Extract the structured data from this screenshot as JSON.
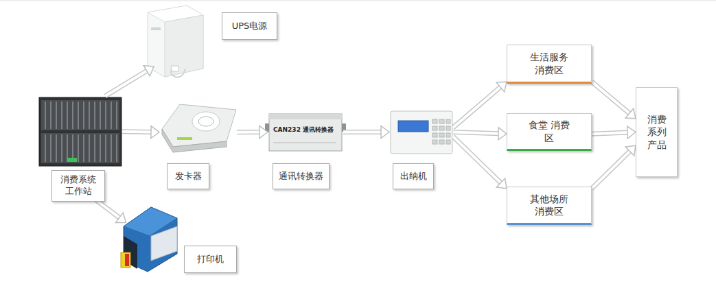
{
  "diagram": {
    "nodes": [
      {
        "text": [
          "UPS电源"
        ]
      },
      {
        "text": [
          "消费系统 工作站"
        ]
      },
      {
        "text": [
          "发卡器"
        ]
      },
      {
        "text": [
          "通讯转换器"
        ]
      },
      {
        "text": [
          "出纳机"
        ]
      },
      {
        "text": [
          "打印机"
        ]
      },
      {
        "text": [
          "生活服务 消费区"
        ]
      },
      {
        "text": [
          "食堂 消费区"
        ]
      },
      {
        "text": [
          "其他场所 消费区"
        ]
      },
      {
        "text": [
          "消费 系列 产品"
        ]
      }
    ],
    "edges": [
      {
        "from": 1,
        "to": 0,
        "arrow": "to"
      },
      {
        "from": 1,
        "to": 2,
        "arrow": "to"
      },
      {
        "from": 2,
        "to": 3,
        "arrow": "to"
      },
      {
        "from": 3,
        "to": 4,
        "arrow": "to"
      },
      {
        "from": 1,
        "to": 5,
        "arrow": "to"
      },
      {
        "from": 4,
        "to": 6,
        "arrow": "to"
      },
      {
        "from": 4,
        "to": 7,
        "arrow": "to"
      },
      {
        "from": 4,
        "to": 8,
        "arrow": "to"
      },
      {
        "from": 6,
        "to": 9,
        "arrow": "to"
      },
      {
        "from": 7,
        "to": 9,
        "arrow": "to"
      },
      {
        "from": 8,
        "to": 9,
        "arrow": "to"
      }
    ],
    "labels": [
      "CAN232 通讯转换器"
    ]
  }
}
